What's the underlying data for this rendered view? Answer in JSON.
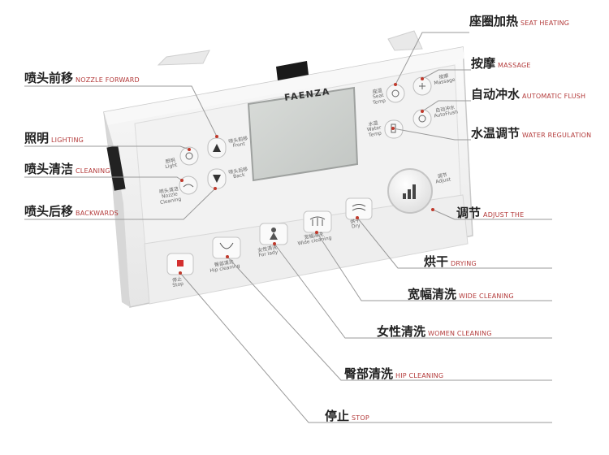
{
  "remote": {
    "brand": "FAENZA",
    "buttons": {
      "front": {
        "zh": "喷头前移",
        "en": "Front"
      },
      "back": {
        "zh": "喷头后移",
        "en": "Back"
      },
      "light": {
        "zh": "照明",
        "en": "Light"
      },
      "nozzle_cleaning": {
        "zh": "喷头清洁",
        "en1": "Nozzle",
        "en2": "Cleaning"
      },
      "seat_temp": {
        "zh": "座温",
        "en1": "Seat",
        "en2": "Temp"
      },
      "water_temp": {
        "zh": "水温",
        "en1": "Water",
        "en2": "Temp"
      },
      "massage": {
        "zh": "按摩",
        "en": "Massage"
      },
      "autoflush": {
        "zh": "自动冲水",
        "en": "AutoFlush"
      },
      "adjust": {
        "zh": "调节",
        "en": "Adjust"
      },
      "dry": {
        "zh": "烘干",
        "en": "Dry"
      },
      "wide": {
        "zh": "宽幅清洗",
        "en": "Wide cleaning"
      },
      "ladies": {
        "zh": "女性清洗",
        "en": "For lady"
      },
      "hip": {
        "zh": "臀部清洗",
        "en": "Hip cleaning"
      },
      "stop": {
        "zh": "停止",
        "en": "Stop"
      }
    }
  },
  "callouts": {
    "seat_heating": {
      "zh": "座圈加热",
      "en": "SEAT HEATING"
    },
    "massage": {
      "zh": "按摩",
      "en": "MASSAGE"
    },
    "auto_flush": {
      "zh": "自动冲水",
      "en": "AUTOMATIC FLUSH"
    },
    "water_regulation": {
      "zh": "水温调节",
      "en": "WATER REGULATION"
    },
    "nozzle_forward": {
      "zh": "喷头前移",
      "en": "NOZZLE FORWARD"
    },
    "lighting": {
      "zh": "照明",
      "en": "LIGHTING"
    },
    "cleaning": {
      "zh": "喷头清洁",
      "en": "CLEANING"
    },
    "backwards": {
      "zh": "喷头后移",
      "en": "BACKWARDS"
    },
    "adjust": {
      "zh": "调节",
      "en": "ADJUST THE"
    },
    "drying": {
      "zh": "烘干",
      "en": "DRYING"
    },
    "wide_cleaning": {
      "zh": "宽幅清洗",
      "en": "WIDE CLEANING"
    },
    "women_cleaning": {
      "zh": "女性清洗",
      "en": "WOMEN CLEANING"
    },
    "hip_cleaning": {
      "zh": "臀部清洗",
      "en": "HIP CLEANING"
    },
    "stop": {
      "zh": "停止",
      "en": "STOP"
    }
  },
  "colors": {
    "accent_red": "#c0392b",
    "line": "#8c8c8c",
    "panel": "#f4f4f4"
  }
}
